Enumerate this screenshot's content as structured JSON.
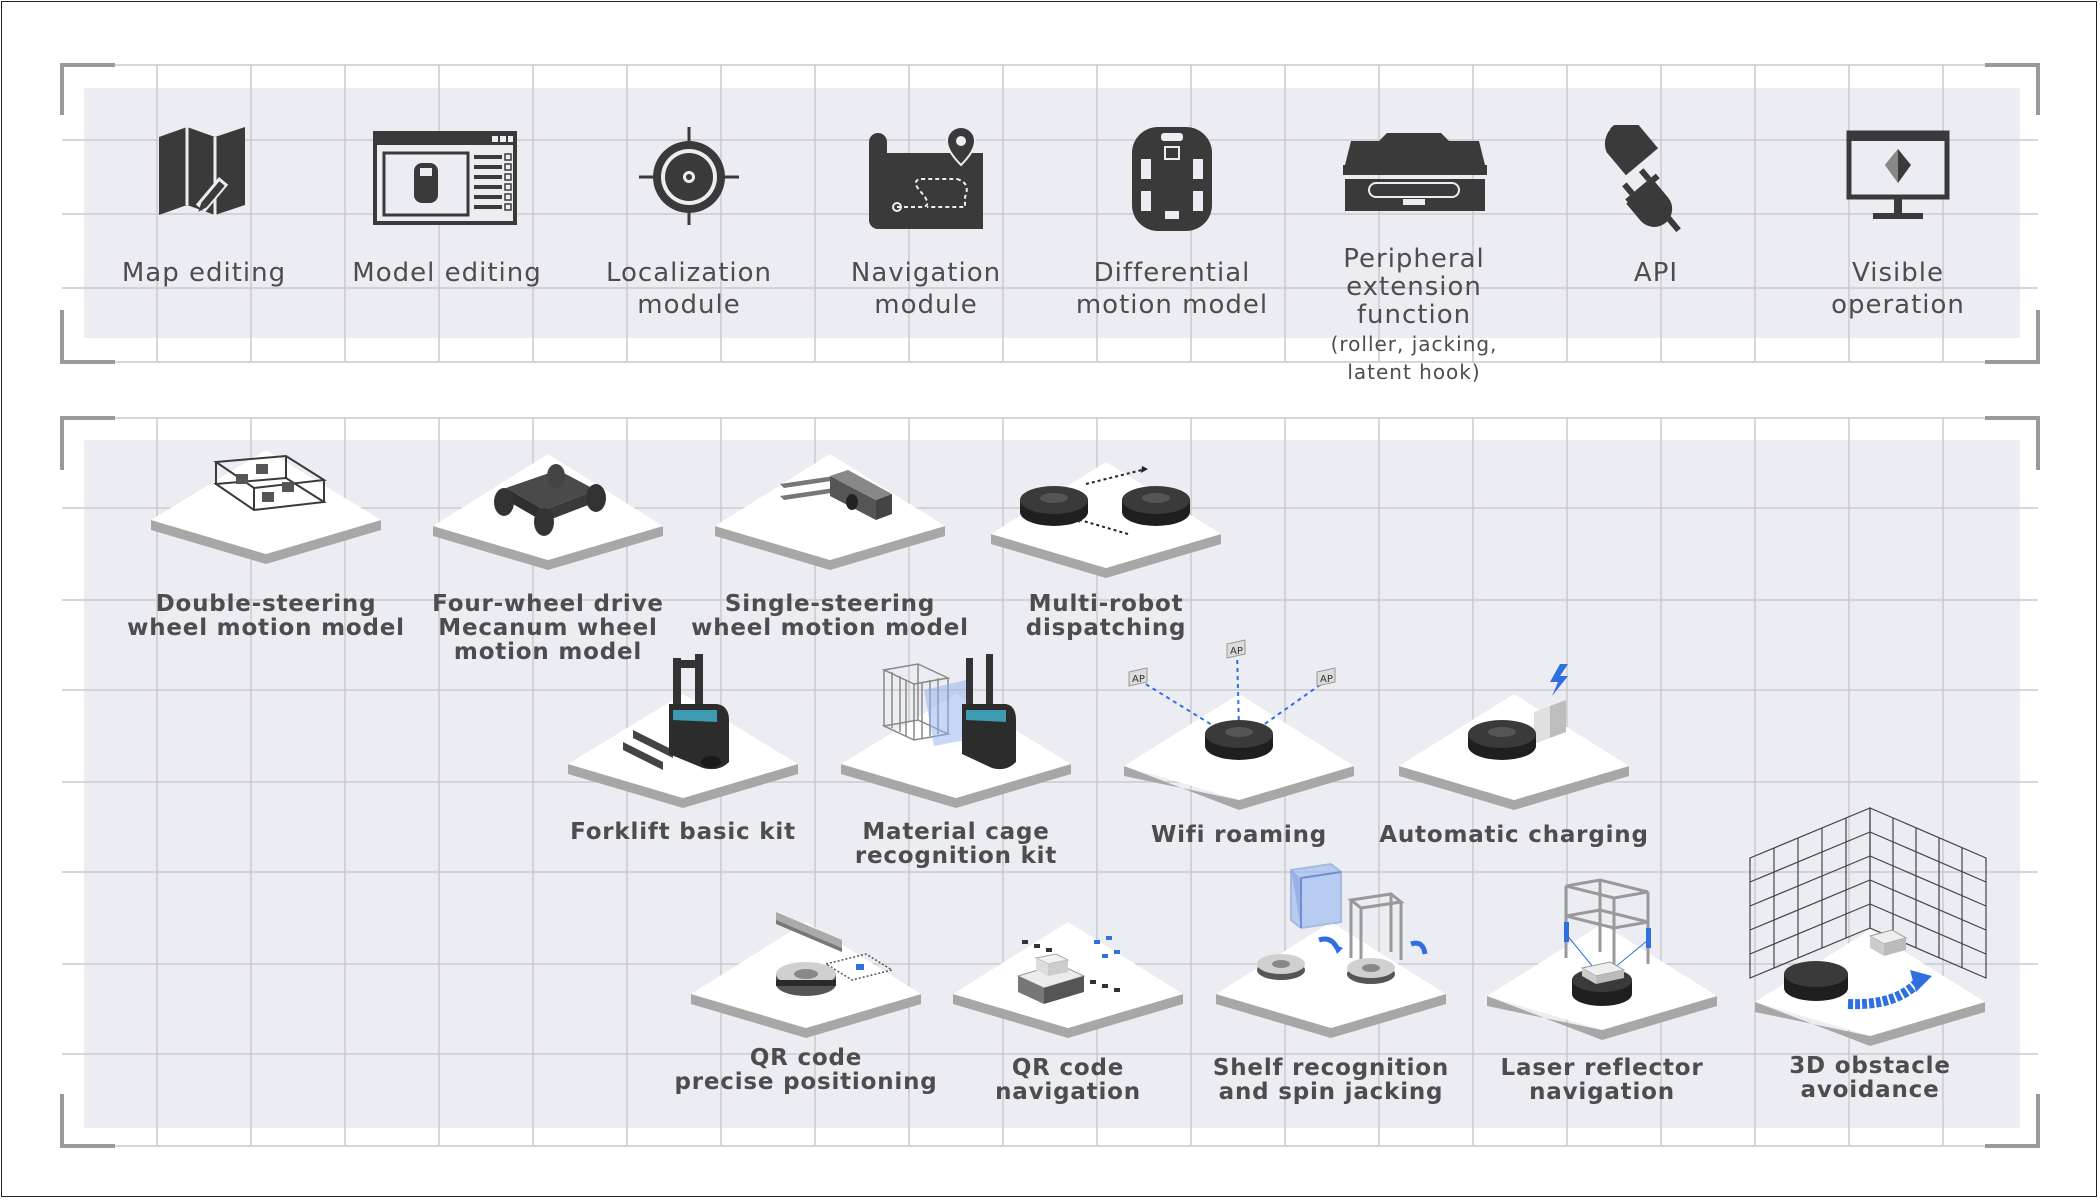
{
  "top_features": [
    {
      "icon": "map-edit-icon",
      "lines": [
        "Map editing"
      ]
    },
    {
      "icon": "model-edit-icon",
      "lines": [
        "Model editing"
      ]
    },
    {
      "icon": "crosshair-icon",
      "lines": [
        "Localization",
        "module"
      ]
    },
    {
      "icon": "navigation-map-icon",
      "lines": [
        "Navigation",
        "module"
      ]
    },
    {
      "icon": "robot-chassis-icon",
      "lines": [
        "Differential",
        "motion model"
      ]
    },
    {
      "icon": "peripheral-icon",
      "lines": [
        "Peripheral",
        "extension function"
      ],
      "sub": [
        "(roller, jacking,",
        "latent hook)"
      ]
    },
    {
      "icon": "api-plug-icon",
      "lines": [
        "API"
      ]
    },
    {
      "icon": "monitor-icon",
      "lines": [
        "Visible",
        "operation"
      ]
    }
  ],
  "tiles": [
    {
      "icon": "double-steering-frame-icon",
      "lines": [
        "Double-steering",
        "wheel motion model"
      ]
    },
    {
      "icon": "mecanum-chassis-icon",
      "lines": [
        "Four-wheel drive",
        "Mecanum wheel",
        "motion model"
      ]
    },
    {
      "icon": "single-steering-icon",
      "lines": [
        "Single-steering",
        "wheel motion model"
      ]
    },
    {
      "icon": "multi-robot-icon",
      "lines": [
        "Multi-robot",
        "dispatching"
      ]
    },
    {
      "icon": "forklift-icon",
      "lines": [
        "Forklift basic kit"
      ]
    },
    {
      "icon": "material-cage-icon",
      "lines": [
        "Material cage",
        "recognition kit"
      ]
    },
    {
      "icon": "wifi-roaming-icon",
      "lines": [
        "Wifi roaming"
      ],
      "ap_label": "AP"
    },
    {
      "icon": "auto-charging-icon",
      "lines": [
        "Automatic charging"
      ]
    },
    {
      "icon": "qr-positioning-icon",
      "lines": [
        "QR code",
        "precise positioning"
      ]
    },
    {
      "icon": "qr-navigation-icon",
      "lines": [
        "QR code",
        "navigation"
      ]
    },
    {
      "icon": "shelf-jacking-icon",
      "lines": [
        "Shelf recognition",
        "and spin jacking"
      ]
    },
    {
      "icon": "laser-reflector-icon",
      "lines": [
        "Laser reflector",
        "navigation"
      ]
    },
    {
      "icon": "obstacle-avoidance-icon",
      "lines": [
        "3D obstacle",
        "avoidance"
      ]
    }
  ],
  "colors": {
    "panel": "#ecedf3",
    "grid": "#c9cad0",
    "icon": "#3a3a3a",
    "accent": "#2f6fe0",
    "tile": "#ffffff",
    "tile_side": "#a7a7a7"
  }
}
